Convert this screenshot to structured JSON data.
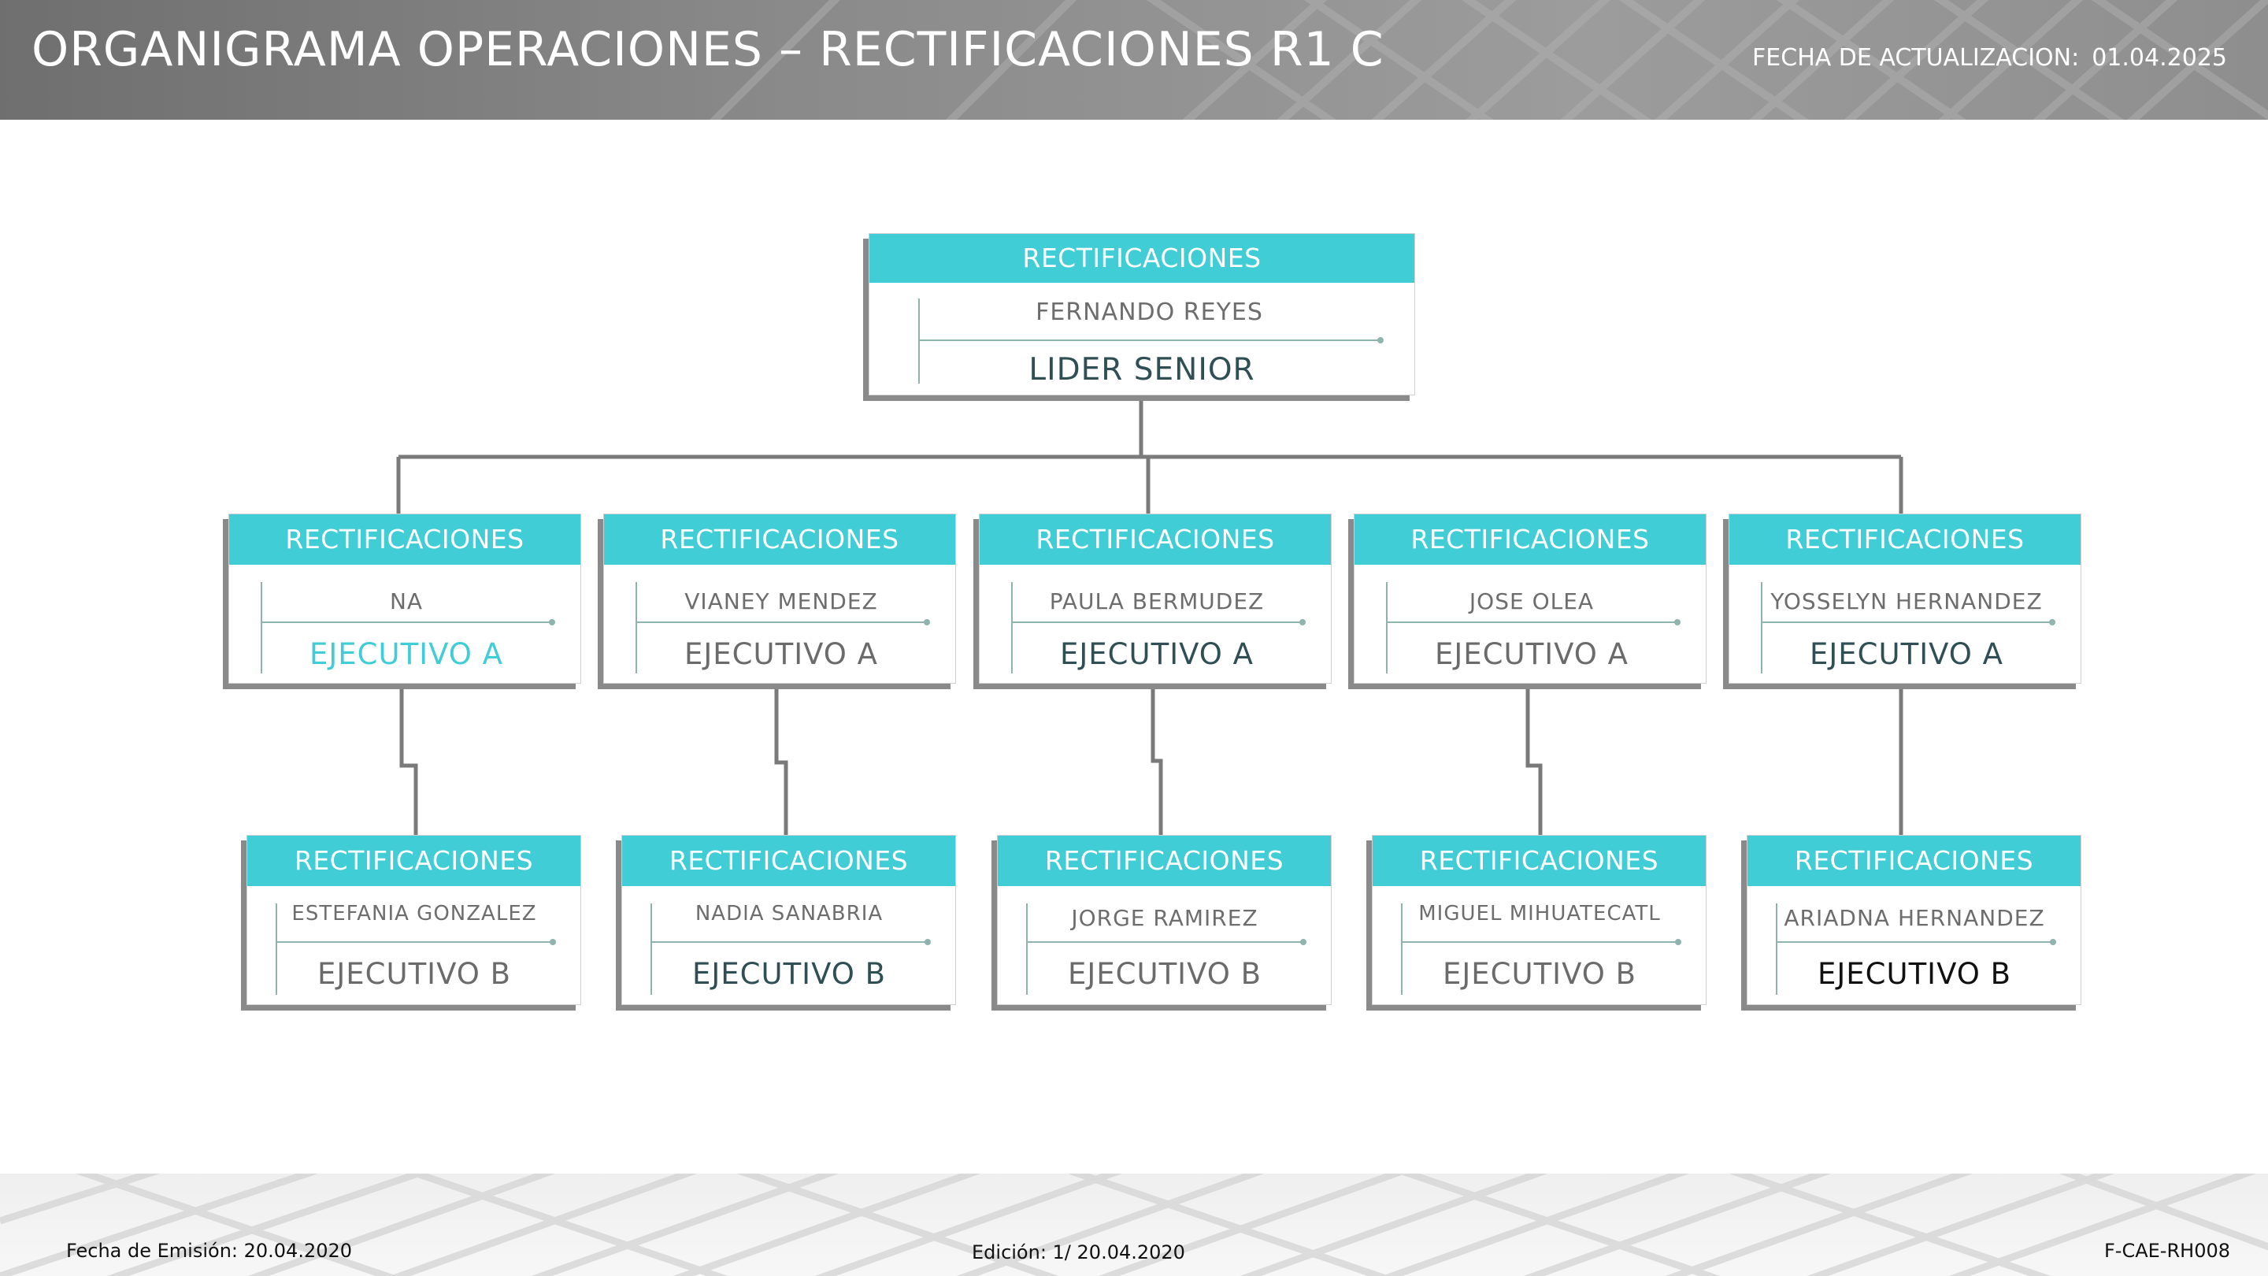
{
  "header": {
    "title": "ORGANIGRAMA OPERACIONES – RECTIFICACIONES R1 C",
    "update_label": "FECHA DE ACTUALIZACION:",
    "update_date": "01.04.2025"
  },
  "colors": {
    "accent": "#40cdd6",
    "connector": "#7a7a7a",
    "role_dark": "#2f4f55",
    "role_light": "#6b6b6b",
    "role_cyan": "#40cdd6",
    "role_black": "#111111"
  },
  "org": {
    "root": {
      "department": "RECTIFICACIONES",
      "name": "FERNANDO REYES",
      "role": "LIDER SENIOR"
    },
    "level1": [
      {
        "department": "RECTIFICACIONES",
        "name": "NA",
        "role": "EJECUTIVO A"
      },
      {
        "department": "RECTIFICACIONES",
        "name": "VIANEY MENDEZ",
        "role": "EJECUTIVO A"
      },
      {
        "department": "RECTIFICACIONES",
        "name": "PAULA BERMUDEZ",
        "role": "EJECUTIVO A"
      },
      {
        "department": "RECTIFICACIONES",
        "name": "JOSE OLEA",
        "role": "EJECUTIVO A"
      },
      {
        "department": "RECTIFICACIONES",
        "name": "YOSSELYN HERNANDEZ",
        "role": "EJECUTIVO A"
      }
    ],
    "level2": [
      {
        "department": "RECTIFICACIONES",
        "name": "ESTEFANIA GONZALEZ",
        "role": "EJECUTIVO B"
      },
      {
        "department": "RECTIFICACIONES",
        "name": "NADIA SANABRIA",
        "role": "EJECUTIVO B"
      },
      {
        "department": "RECTIFICACIONES",
        "name": "JORGE RAMIREZ",
        "role": "EJECUTIVO B"
      },
      {
        "department": "RECTIFICACIONES",
        "name": "MIGUEL MIHUATECATL",
        "role": "EJECUTIVO B"
      },
      {
        "department": "RECTIFICACIONES",
        "name": "ARIADNA HERNANDEZ",
        "role": "EJECUTIVO B"
      }
    ]
  },
  "footer": {
    "emission": "Fecha de Emisión: 20.04.2020",
    "edition": "Edición: 1/ 20.04.2020",
    "code": "F-CAE-RH008"
  }
}
